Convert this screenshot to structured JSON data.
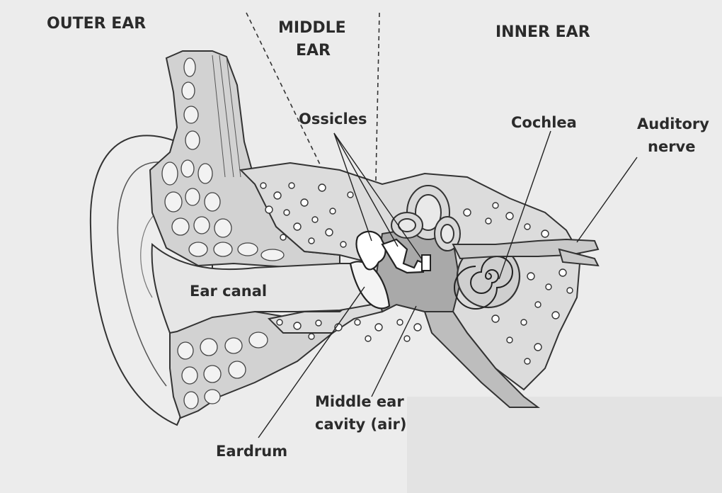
{
  "sections": {
    "outer": "OUTER EAR",
    "middle_line1": "MIDDLE",
    "middle_line2": "EAR",
    "inner": "INNER EAR"
  },
  "labels": {
    "ossicles": "Ossicles",
    "cochlea": "Cochlea",
    "auditory_line1": "Auditory",
    "auditory_line2": "nerve",
    "ear_canal": "Ear canal",
    "middle_cavity_line1": "Middle ear",
    "middle_cavity_line2": "cavity (air)",
    "eardrum": "Eardrum"
  },
  "colors": {
    "background": "#ececec",
    "canal_fill": "#e4e4e4",
    "tissue_fill": "#cfcfcf",
    "bone_fill": "#d9d9d9",
    "cavity_fill": "#a9a9a9",
    "text": "#2b2b2b"
  }
}
